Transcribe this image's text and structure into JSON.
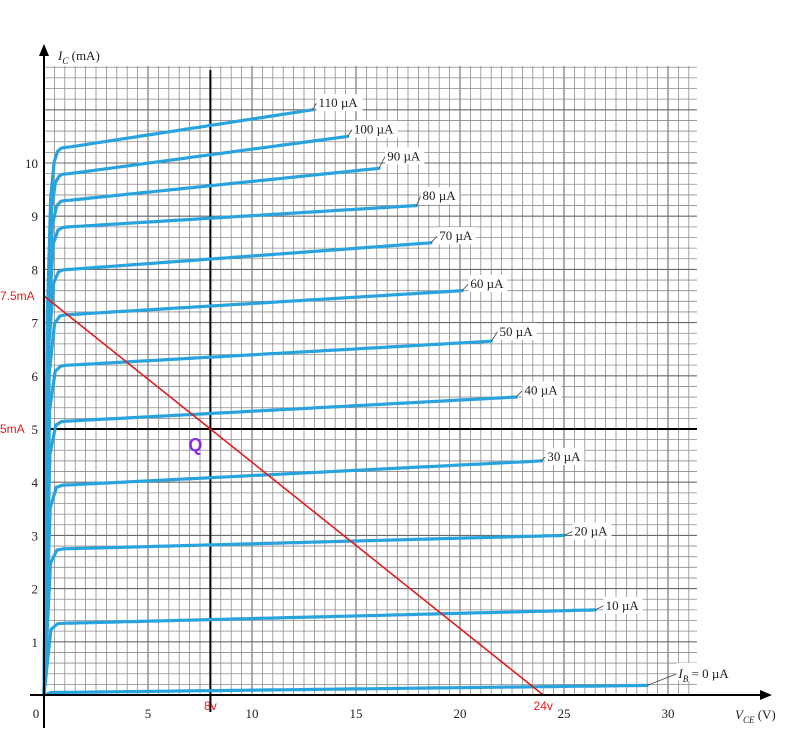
{
  "chart_data": {
    "type": "line",
    "title": "",
    "xlabel": {
      "main": "V",
      "sub": "CE",
      "unit": " (V)"
    },
    "ylabel": {
      "main": "I",
      "sub": "C",
      "unit": " (mA)"
    },
    "xlim": [
      0,
      32
    ],
    "ylim": [
      0,
      12
    ],
    "x_ticks": [
      "0",
      "5",
      "10",
      "15",
      "20",
      "25",
      "30"
    ],
    "y_ticks": [
      "1",
      "2",
      "3",
      "4",
      "5",
      "6",
      "7",
      "8",
      "9",
      "10"
    ],
    "grid": true,
    "curve_color": "#29a3dd",
    "load_line_color": "#e01b1b",
    "q_color": "#8a2be2",
    "series": [
      {
        "name": "I_B = 0 µA",
        "label_main": "I",
        "label_sub": "B",
        "label_rest": " = 0 µA",
        "sat": 0.05,
        "end": [
          29.0,
          0.18
        ],
        "label_at": [
          30.5,
          0.32
        ]
      },
      {
        "name": "10 µA",
        "sat": 1.35,
        "end": [
          26.5,
          1.6
        ],
        "label_at": [
          27.0,
          1.6
        ]
      },
      {
        "name": "20 µA",
        "sat": 2.75,
        "end": [
          25.0,
          3.0
        ],
        "label_at": [
          25.5,
          3.0
        ]
      },
      {
        "name": "30 µA",
        "sat": 3.95,
        "end": [
          23.9,
          4.4
        ],
        "label_at": [
          24.2,
          4.4
        ]
      },
      {
        "name": "40 µA",
        "sat": 5.15,
        "end": [
          22.7,
          5.6
        ],
        "label_at": [
          23.1,
          5.65
        ]
      },
      {
        "name": "50 µA",
        "sat": 6.2,
        "end": [
          21.5,
          6.65
        ],
        "label_at": [
          21.9,
          6.75
        ]
      },
      {
        "name": "60 µA",
        "sat": 7.15,
        "end": [
          20.1,
          7.6
        ],
        "label_at": [
          20.5,
          7.65
        ]
      },
      {
        "name": "70 µA",
        "sat": 8.0,
        "end": [
          18.6,
          8.5
        ],
        "label_at": [
          19.0,
          8.55
        ]
      },
      {
        "name": "80 µA",
        "sat": 8.8,
        "end": [
          17.9,
          9.2
        ],
        "label_at": [
          18.2,
          9.3
        ]
      },
      {
        "name": "90 µA",
        "sat": 9.3,
        "end": [
          16.1,
          9.9
        ],
        "label_at": [
          16.5,
          10.05
        ]
      },
      {
        "name": "100 µA",
        "sat": 9.8,
        "end": [
          14.6,
          10.5
        ],
        "label_at": [
          14.9,
          10.55
        ]
      },
      {
        "name": "110 µA",
        "sat": 10.3,
        "end": [
          12.9,
          11.0
        ],
        "label_at": [
          13.2,
          11.05
        ]
      }
    ],
    "load_line": {
      "points": [
        [
          0,
          7.5
        ],
        [
          24,
          0
        ]
      ]
    },
    "q_point": {
      "x": 8,
      "y": 5,
      "label": "Q"
    },
    "guide_lines": {
      "x": 8,
      "y": 5
    },
    "annotations": {
      "y_intercept": "7.5mA",
      "x_intercept": "24v",
      "q_vce": "8v",
      "q_ic": "5mA"
    }
  }
}
